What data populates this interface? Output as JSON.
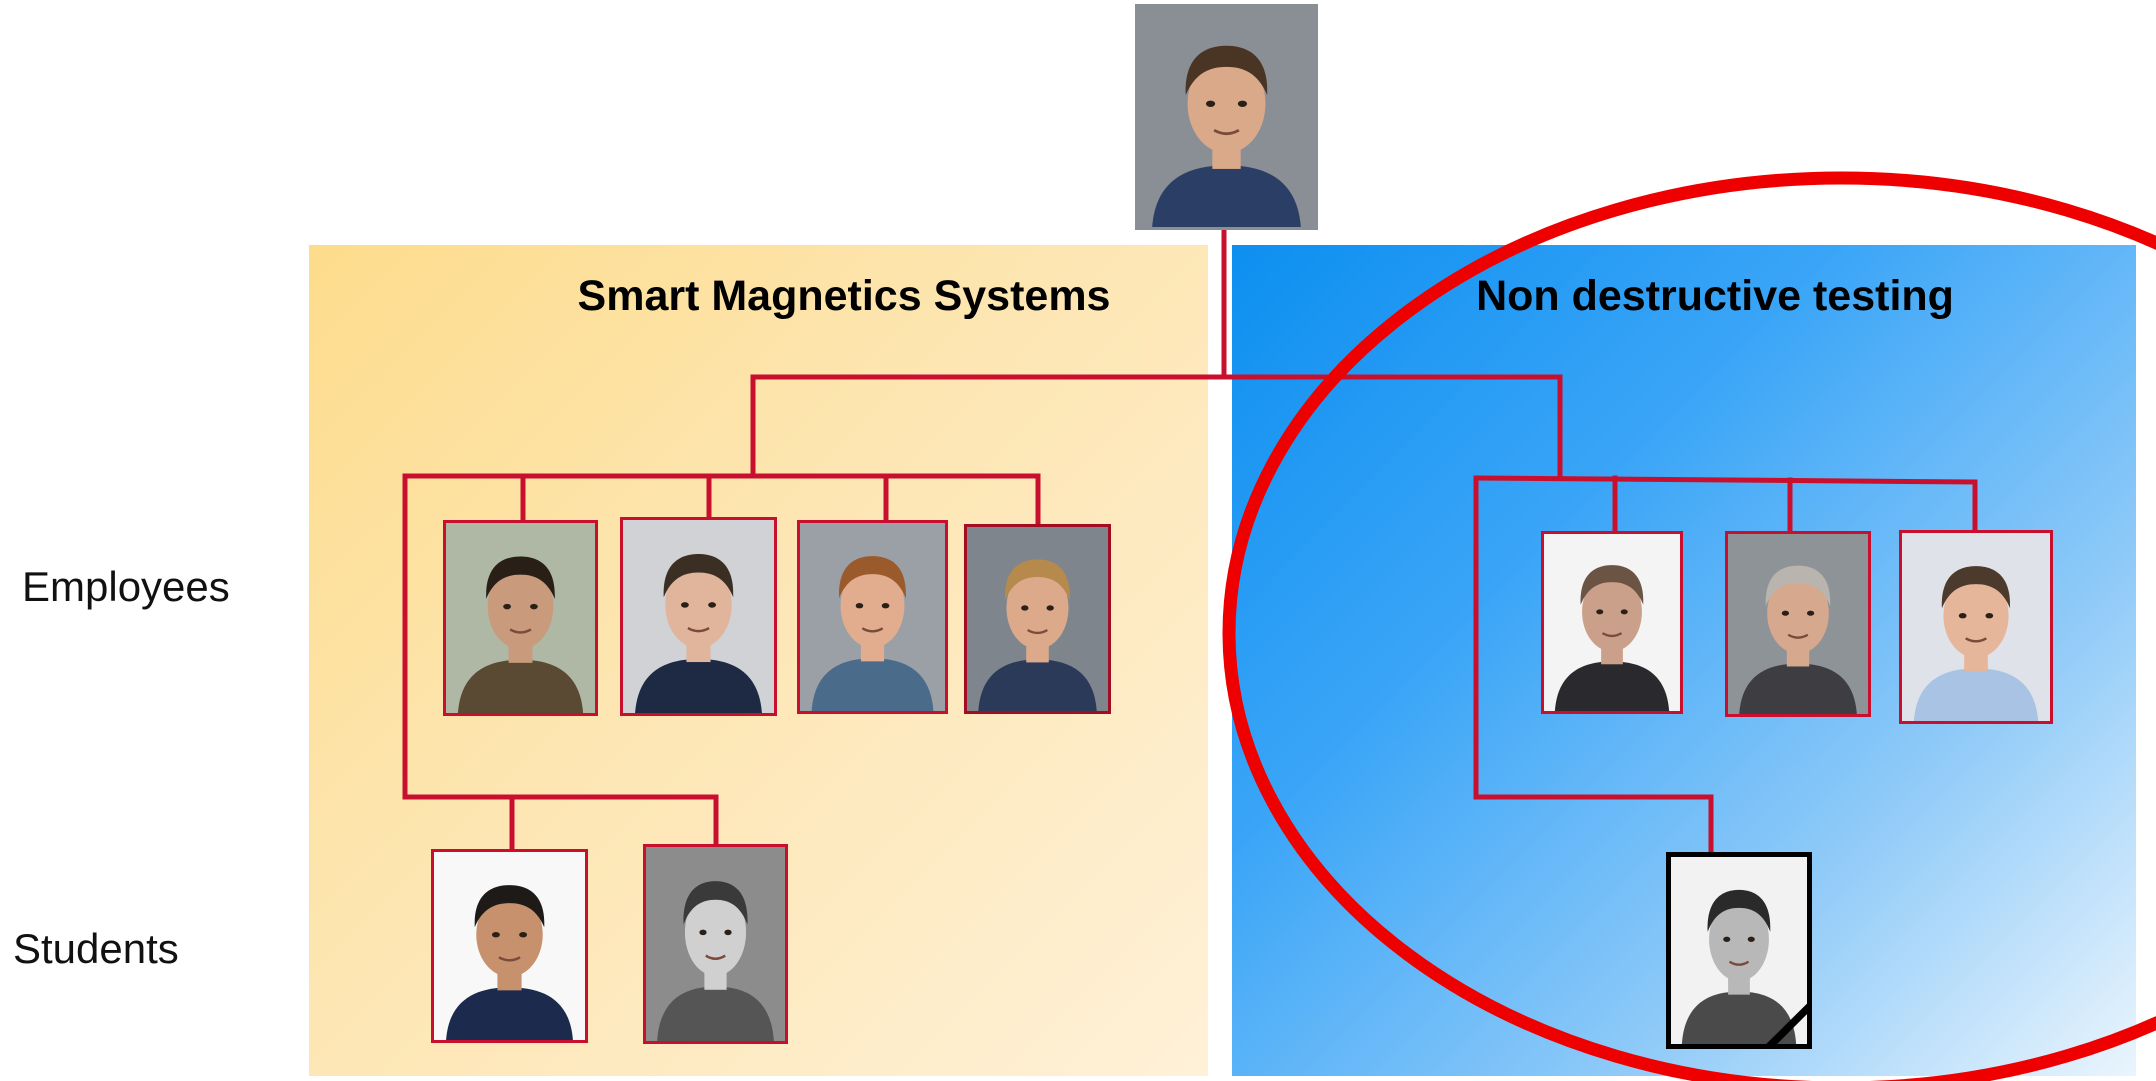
{
  "groups": {
    "left_title": "Smart Magnetics Systems",
    "right_title": "Non destructive testing"
  },
  "rows": {
    "employees_label": "Employees",
    "students_label": "Students"
  },
  "colors": {
    "connector": "#c8102e",
    "highlight_ring": "#ee0000",
    "left_panel": "#fddc8c",
    "right_panel": "#1a94f2"
  },
  "people": [
    {
      "id": "head",
      "bg": "#8a8f96",
      "skin": "#d9a98a",
      "hair": "#4a3424",
      "shirt": "#2b3f66",
      "frame": "#8a8f96",
      "gray": false
    },
    {
      "id": "sms-emp-1",
      "bg": "#aeb8a4",
      "skin": "#c99a7c",
      "hair": "#2a1f17",
      "shirt": "#5a4a34",
      "frame": "#c8102e",
      "gray": false
    },
    {
      "id": "sms-emp-2",
      "bg": "#d0d2d6",
      "skin": "#e0b59b",
      "hair": "#3b2e23",
      "shirt": "#1e2a44",
      "frame": "#c8102e",
      "gray": false
    },
    {
      "id": "sms-emp-3",
      "bg": "#9aa0a6",
      "skin": "#e2ad8f",
      "hair": "#9a5a2c",
      "shirt": "#4b6b8a",
      "frame": "#c8102e",
      "gray": false
    },
    {
      "id": "sms-emp-4",
      "bg": "#7e858c",
      "skin": "#dcaa8a",
      "hair": "#b58a4c",
      "shirt": "#2c3a5a",
      "frame": "#a30d24",
      "gray": false
    },
    {
      "id": "ndt-emp-1",
      "bg": "#f4f4f4",
      "skin": "#caa08a",
      "hair": "#6b5443",
      "shirt": "#2a2a2e",
      "frame": "#c8102e",
      "gray": false
    },
    {
      "id": "ndt-emp-2",
      "bg": "#8e9398",
      "skin": "#d6a98f",
      "hair": "#b9b4ae",
      "shirt": "#3d3d42",
      "frame": "#c8102e",
      "gray": false
    },
    {
      "id": "ndt-emp-3",
      "bg": "#dfe2e8",
      "skin": "#e6b69a",
      "hair": "#4c3a2c",
      "shirt": "#a9c3e4",
      "frame": "#c8102e",
      "gray": false
    },
    {
      "id": "sms-stu-1",
      "bg": "#f8f8f8",
      "skin": "#c6916c",
      "hair": "#1e1a17",
      "shirt": "#1c2b4d",
      "frame": "#c8102e",
      "gray": false
    },
    {
      "id": "sms-stu-2",
      "bg": "#8c8c8c",
      "skin": "#d0d0d0",
      "hair": "#3a3a3a",
      "shirt": "#555555",
      "frame": "#c8102e",
      "gray": true
    },
    {
      "id": "ndt-stu-1",
      "bg": "#f2f2f2",
      "skin": "#b8b8b8",
      "hair": "#2a2a2a",
      "shirt": "#4a4a4a",
      "frame": "#000000",
      "gray": true
    }
  ]
}
